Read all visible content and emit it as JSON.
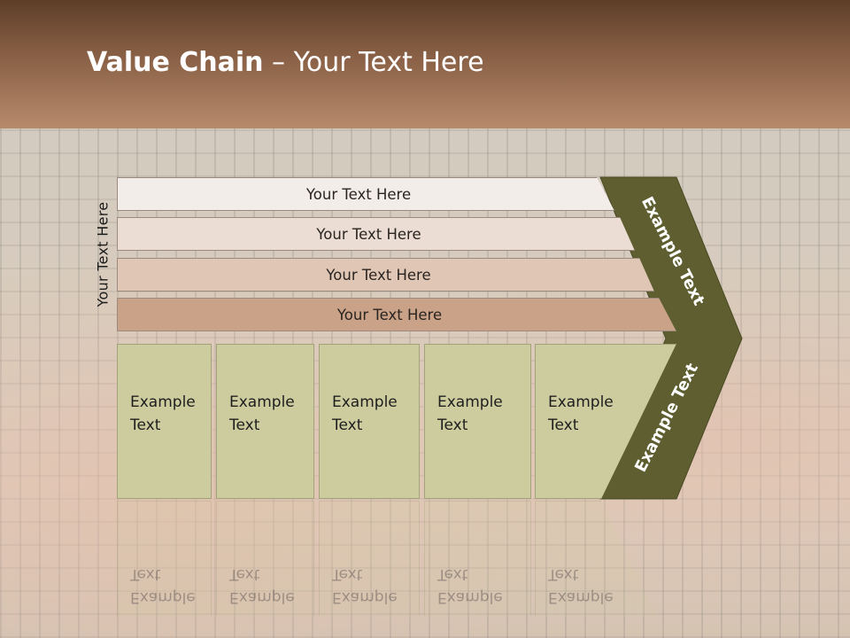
{
  "slide": {
    "title_bold": "Value Chain",
    "title_rest": " – Your Text Here",
    "side_label": "Your Text Here",
    "rows": [
      {
        "label": "Your Text Here",
        "color": "#f3ede9"
      },
      {
        "label": "Your Text Here",
        "color": "#ebddd3"
      },
      {
        "label": "Your Text Here",
        "color": "#dfc6b5"
      },
      {
        "label": "Your Text Here",
        "color": "#c9a288"
      }
    ],
    "columns": [
      {
        "line1": "Example",
        "line2": "Text"
      },
      {
        "line1": "Example",
        "line2": "Text"
      },
      {
        "line1": "Example",
        "line2": "Text"
      },
      {
        "line1": "Example",
        "line2": "Text"
      },
      {
        "line1": "Example",
        "line2": "Text"
      }
    ],
    "arrow_top_label": "Example Text",
    "arrow_bottom_label": "Example Text",
    "colors": {
      "header": "#7a553d",
      "arrow": "#5e5e30",
      "column_fill": "#cdcc9f"
    }
  }
}
